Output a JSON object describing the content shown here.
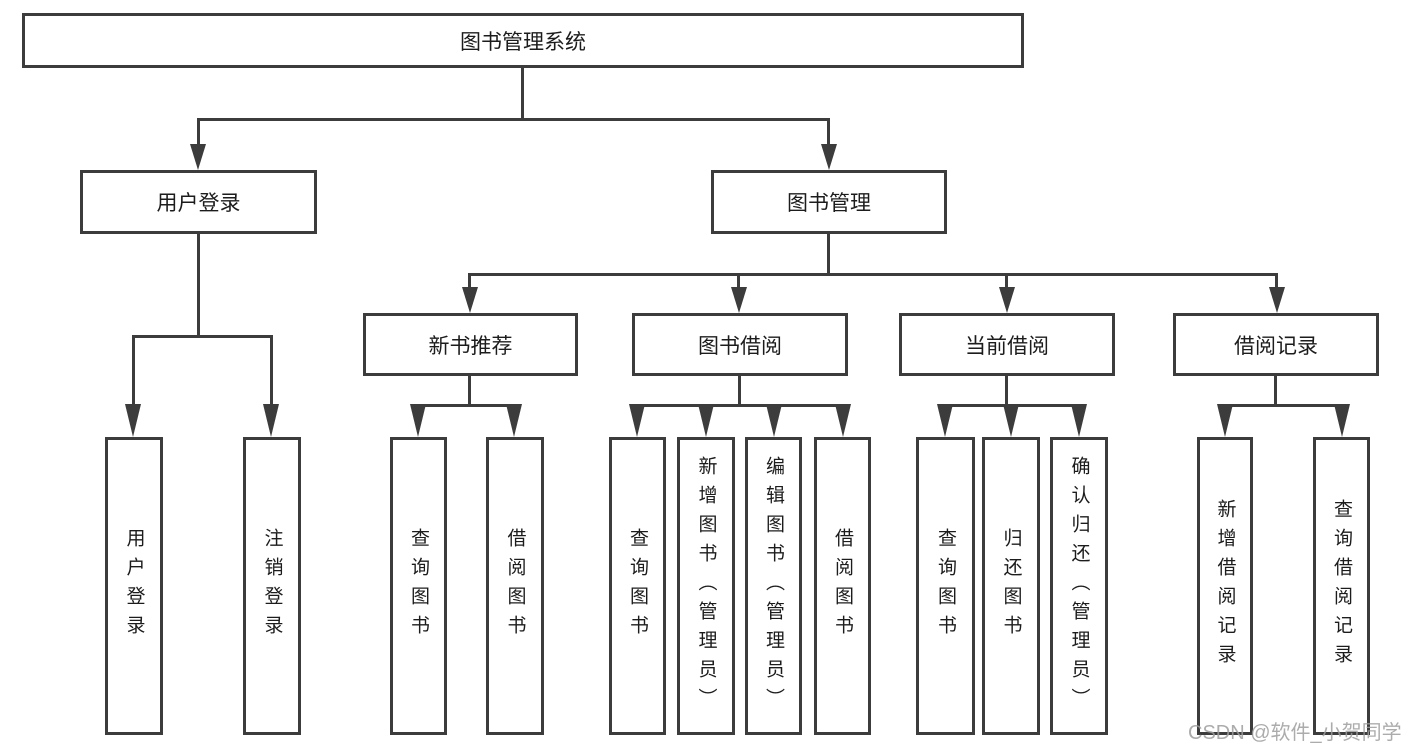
{
  "diagram": {
    "title": "图书管理系统",
    "level2": {
      "login": "用户登录",
      "management": "图书管理"
    },
    "level3": {
      "recommend": "新书推荐",
      "borrow": "图书借阅",
      "current": "当前借阅",
      "records": "借阅记录"
    },
    "leaves": {
      "login_user": "用户登录",
      "login_logout": "注销登录",
      "rec_query": "查询图书",
      "rec_borrow": "借阅图书",
      "bor_query": "查询图书",
      "bor_add": "新增图书（管理员）",
      "bor_edit": "编辑图书（管理员）",
      "bor_borrow": "借阅图书",
      "cur_query": "查询图书",
      "cur_return": "归还图书",
      "cur_confirm": "确认归还（管理员）",
      "recd_add": "新增借阅记录",
      "recd_query": "查询借阅记录"
    }
  },
  "watermark": "CSDN @软件_小贺同学",
  "colors": {
    "line": "#3c3c3c",
    "text": "#1c1c1c",
    "watermark_text": "#9e9e9e",
    "background": "#ffffff"
  }
}
